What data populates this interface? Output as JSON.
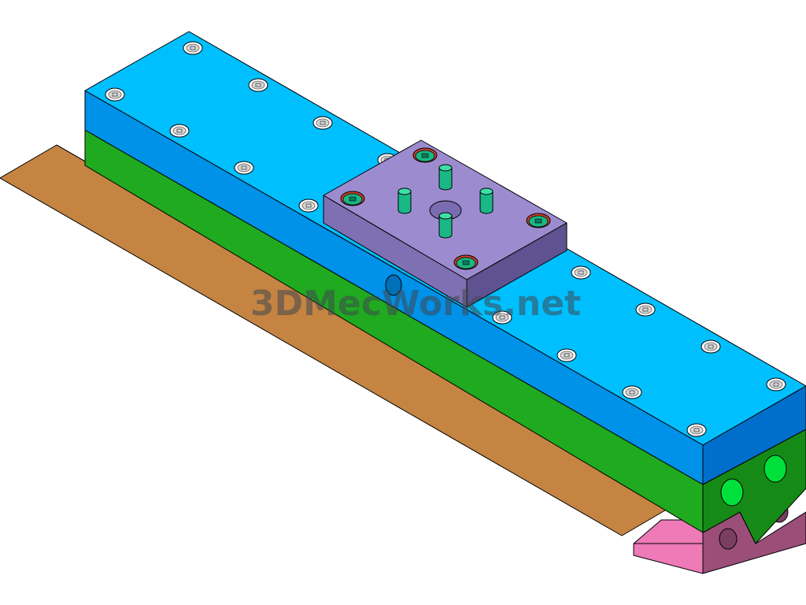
{
  "watermark": {
    "text": "3DMecWorks.net",
    "color": "#404850"
  },
  "colors": {
    "sheet_top": "#C58442",
    "base_pink_top": "#EE7AB8",
    "base_pink_side": "#9A4E78",
    "green_side": "#1FAA1F",
    "green_end": "#168A16",
    "green_front": "#22B522",
    "blue_top": "#00BFFF",
    "blue_side": "#0091E8",
    "blue_end": "#006FCC",
    "plate_top": "#9C8CCF",
    "plate_side": "#7F70B4",
    "plate_end": "#5E5290",
    "pin": "#19B886",
    "screw": "#D8D8D8"
  },
  "parts": {
    "sheet": "sheet-metal-strip",
    "base": "base-block",
    "guide": "guide-rail",
    "body": "slide-body",
    "carriage": "carriage-plate",
    "pins": "locating-pins",
    "screws": "socket-head-screws"
  }
}
